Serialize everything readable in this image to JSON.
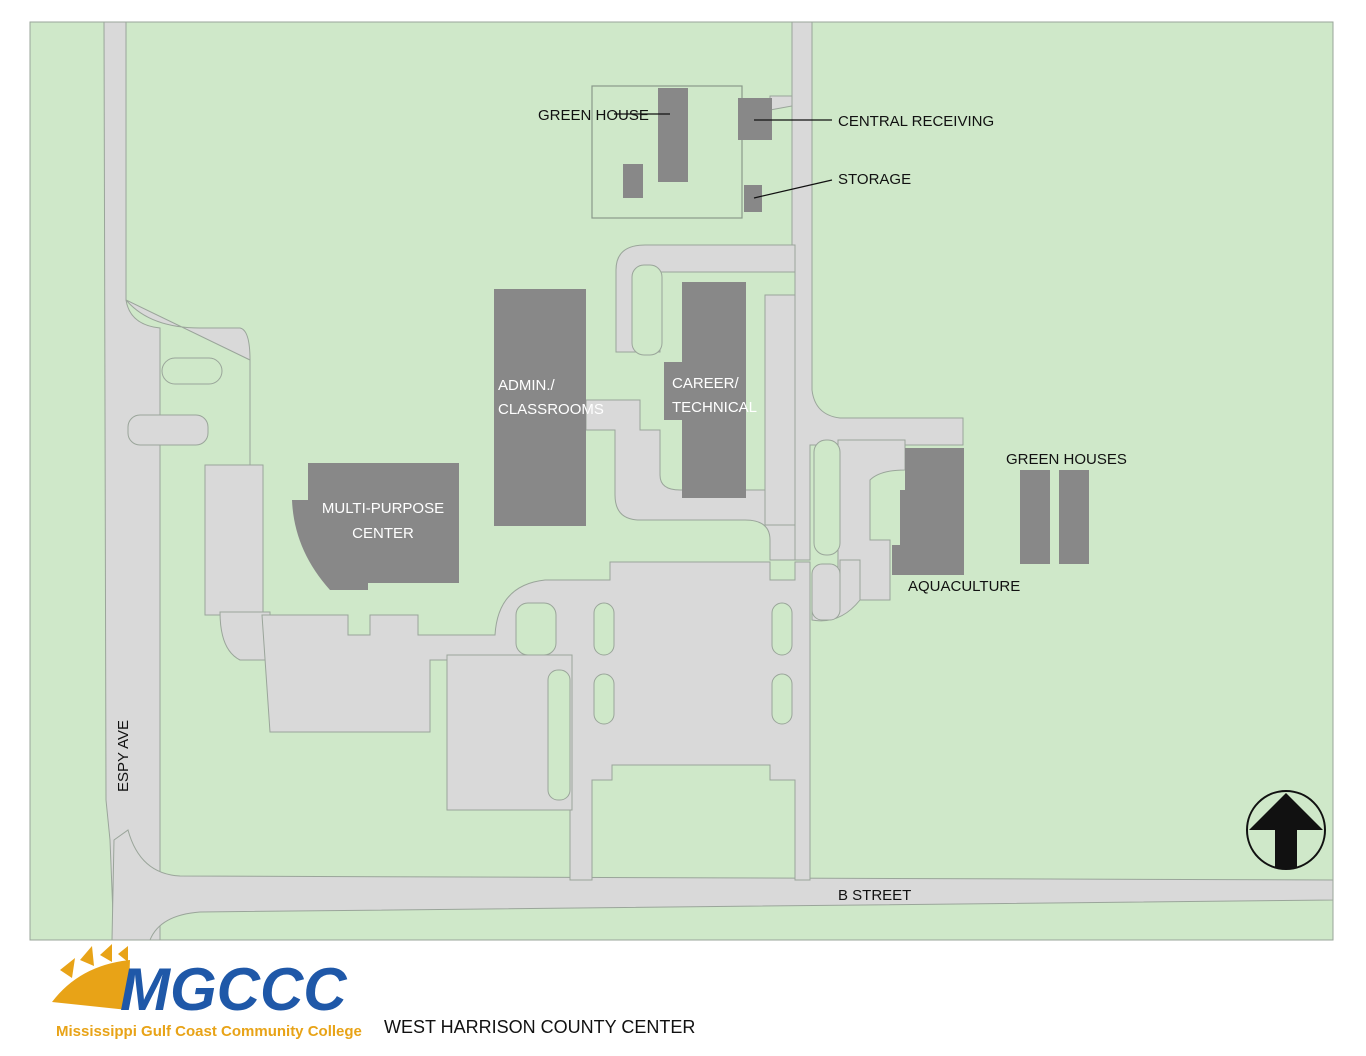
{
  "map": {
    "colors": {
      "grass": "#cfe8c9",
      "road": "#d9d9d9",
      "building": "#888888",
      "outline": "#9aa59a"
    },
    "buildings": {
      "admin": [
        "ADMIN./",
        "CLASSROOMS"
      ],
      "career": [
        "CAREER/",
        "TECHNICAL"
      ],
      "multipurpose": [
        "MULTI-PURPOSE",
        "CENTER"
      ]
    },
    "labels": {
      "green_house": "GREEN HOUSE",
      "central_receiving": "CENTRAL RECEIVING",
      "storage": "STORAGE",
      "green_houses": "GREEN HOUSES",
      "aquaculture": "AQUACULTURE",
      "espy_ave": "ESPY AVE",
      "b_street": "B STREET"
    },
    "north_arrow_icon": "north-arrow-icon"
  },
  "footer": {
    "logo_text": "MGCCC",
    "logo_subtitle": "Mississippi Gulf Coast Community College",
    "center_name": "WEST HARRISON COUNTY CENTER"
  }
}
